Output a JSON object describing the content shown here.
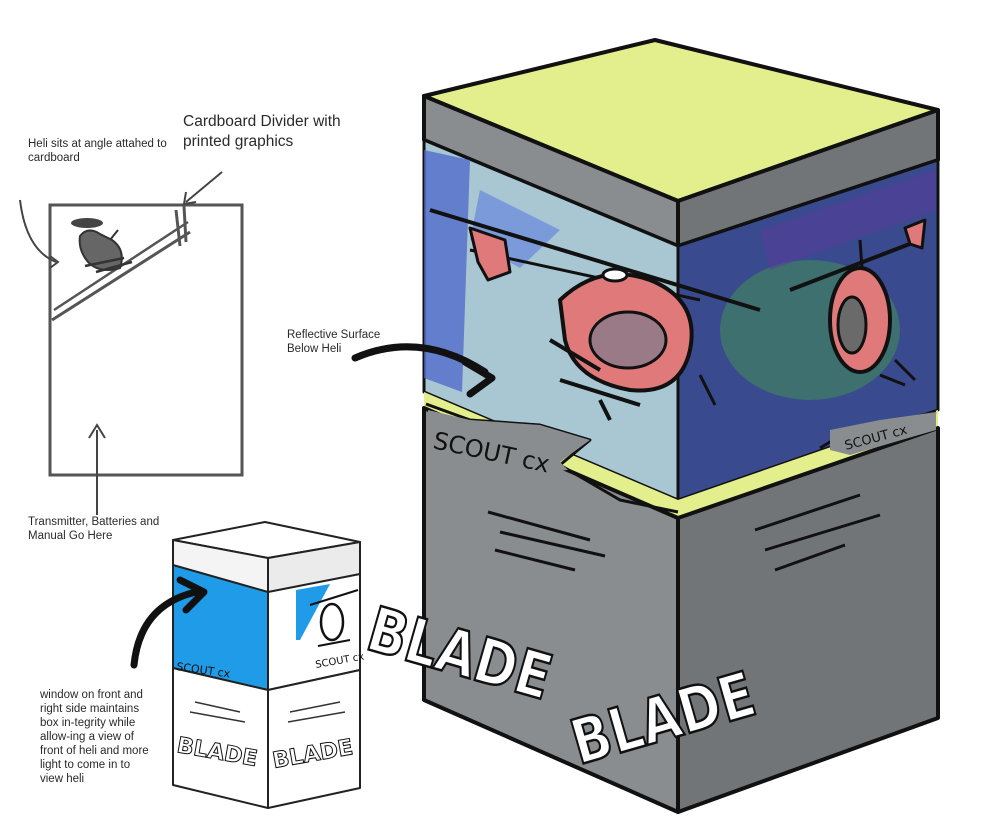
{
  "annotations": {
    "heli_angle": "Heli sits at angle attahed to cardboard",
    "divider": "Cardboard Divider with printed graphics",
    "reflective": "Reflective Surface Below Heli",
    "transmitter": "Transmitter, Batteries and Manual Go Here",
    "window": "window on front and right side maintains box in-tegrity while allow-ing a view of front of heli and more light to come in to view heli"
  },
  "box_graphics": {
    "brand_front": "BLADE",
    "brand_side": "BLADE",
    "model_front": "SCOUT cx",
    "model_side": "SCOUT cx"
  },
  "colors": {
    "lid": "#e3ee8c",
    "box_front": "#8a8d8f",
    "box_side": "#727577",
    "window_front": "#a9c7d3",
    "window_side": "#3a4a8e",
    "heli_body": "#e07a7a",
    "small_window": "#1f9be8",
    "ink": "#111111"
  }
}
